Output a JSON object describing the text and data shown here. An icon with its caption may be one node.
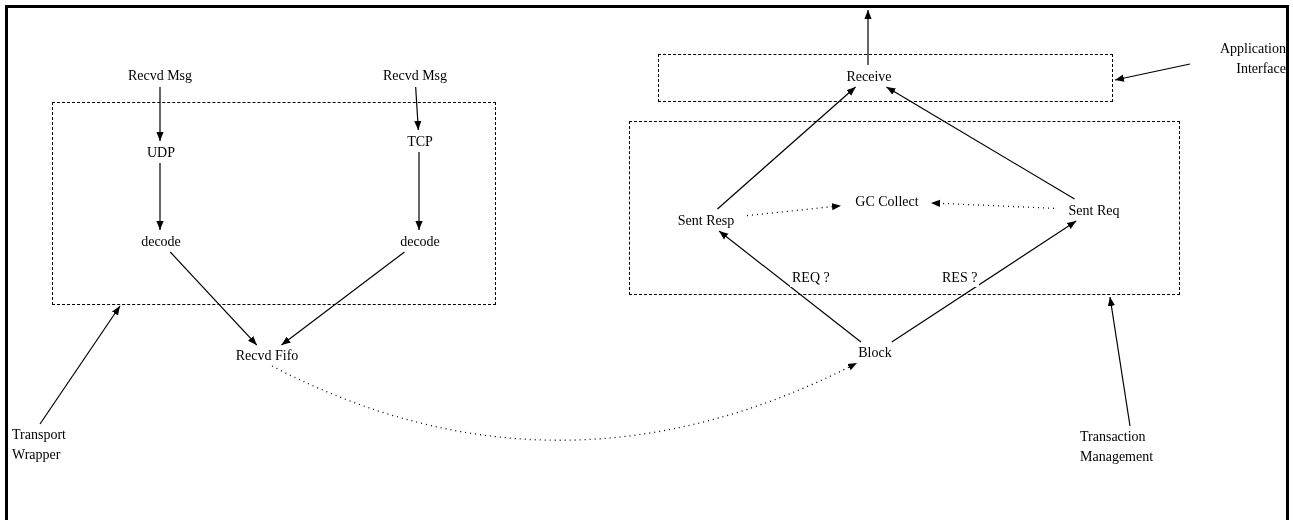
{
  "diagram": {
    "nodes": [
      {
        "text": [],
        "shape": "box"
      },
      {
        "text": [
          "Recvd Msg"
        ]
      },
      {
        "text": [
          "Recvd Msg"
        ]
      },
      {
        "text": [
          "UDP"
        ],
        "in": 0
      },
      {
        "text": [
          "TCP"
        ],
        "in": 0
      },
      {
        "text": [
          "decode"
        ],
        "in": 0
      },
      {
        "text": [
          "decode"
        ],
        "in": 0
      },
      {
        "text": [
          "Recvd Fifo"
        ]
      },
      {
        "text": [
          "Transport Wrapper"
        ]
      },
      {
        "text": [],
        "shape": "box"
      },
      {
        "text": [
          "Receive"
        ],
        "in": 9
      },
      {
        "text": [],
        "shape": "box"
      },
      {
        "text": [
          "Sent Resp"
        ],
        "in": 11
      },
      {
        "text": [
          "GC Collect"
        ],
        "in": 11
      },
      {
        "text": [
          "Sent Req"
        ],
        "in": 11
      },
      {
        "text": [
          "Block"
        ]
      },
      {
        "text": [
          "Application Interface"
        ]
      },
      {
        "text": [
          "Transaction Management"
        ]
      }
    ],
    "edges": [
      {
        "from": 1,
        "to": 3,
        "arrow": "to"
      },
      {
        "from": 2,
        "to": 4,
        "arrow": "to"
      },
      {
        "from": 3,
        "to": 5,
        "arrow": "to"
      },
      {
        "from": 4,
        "to": 6,
        "arrow": "to"
      },
      {
        "from": 5,
        "to": 7,
        "arrow": "to"
      },
      {
        "from": 6,
        "to": 7,
        "arrow": "to"
      },
      {
        "from": 8,
        "to": 0,
        "arrow": "to"
      },
      {
        "from": 7,
        "to": 15,
        "arrow": "to",
        "style": "dashed"
      },
      {
        "from": 15,
        "to": 12,
        "arrow": "to",
        "label": "REQ ?"
      },
      {
        "from": 15,
        "to": 14,
        "arrow": "to",
        "label": "RES ?"
      },
      {
        "from": 12,
        "to": 10,
        "arrow": "to"
      },
      {
        "from": 14,
        "to": 10,
        "arrow": "to"
      },
      {
        "from": 12,
        "to": 13,
        "arrow": "to",
        "style": "dashed"
      },
      {
        "from": 14,
        "to": 13,
        "arrow": "to",
        "style": "dashed"
      },
      {
        "from": 10,
        "to": null,
        "arrow": "to"
      },
      {
        "from": 16,
        "to": 9,
        "arrow": "to"
      },
      {
        "from": 17,
        "to": 11,
        "arrow": "to"
      }
    ]
  }
}
